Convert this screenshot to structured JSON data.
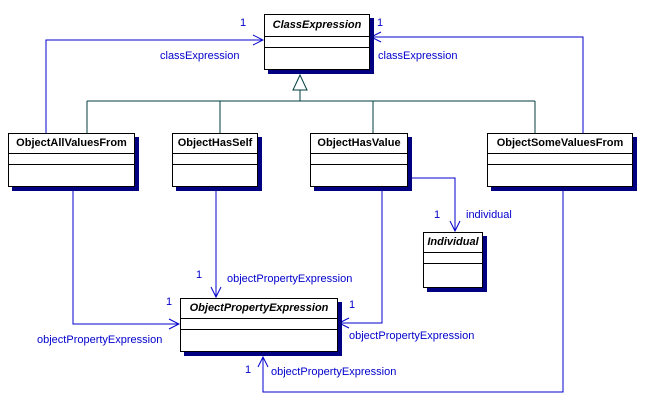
{
  "diagram": {
    "type": "uml-class-diagram",
    "colors": {
      "association_line": "#0000cc",
      "association_label": "#0000cc",
      "generalization_line": "#003c3c",
      "box_fill": "#ffffff",
      "box_border": "#000000",
      "box_shadow": "#000080",
      "title_text": "#000000",
      "background": "#ffffff"
    },
    "classes": [
      {
        "name": "ClassExpression",
        "abstract": true
      },
      {
        "name": "ObjectAllValuesFrom",
        "abstract": false
      },
      {
        "name": "ObjectHasSelf",
        "abstract": false
      },
      {
        "name": "ObjectHasValue",
        "abstract": false
      },
      {
        "name": "ObjectSomeValuesFrom",
        "abstract": false
      },
      {
        "name": "Individual",
        "abstract": true
      },
      {
        "name": "ObjectPropertyExpression",
        "abstract": true
      }
    ],
    "generalization": {
      "parent": "ClassExpression",
      "children": [
        "ObjectAllValuesFrom",
        "ObjectHasSelf",
        "ObjectHasValue",
        "ObjectSomeValuesFrom"
      ]
    },
    "associations": [
      {
        "from": "ObjectAllValuesFrom",
        "to": "ClassExpression",
        "label": "classExpression",
        "multiplicity": "1"
      },
      {
        "from": "ObjectSomeValuesFrom",
        "to": "ClassExpression",
        "label": "classExpression",
        "multiplicity": "1"
      },
      {
        "from": "ObjectHasValue",
        "to": "Individual",
        "label": "individual",
        "multiplicity": "1"
      },
      {
        "from": "ObjectHasSelf",
        "to": "ObjectPropertyExpression",
        "label": "objectPropertyExpression",
        "multiplicity": "1"
      },
      {
        "from": "ObjectAllValuesFrom",
        "to": "ObjectPropertyExpression",
        "label": "objectPropertyExpression",
        "multiplicity": "1"
      },
      {
        "from": "ObjectHasValue",
        "to": "ObjectPropertyExpression",
        "label": "objectPropertyExpression",
        "multiplicity": "1"
      },
      {
        "from": "ObjectSomeValuesFrom",
        "to": "ObjectPropertyExpression",
        "label": "objectPropertyExpression",
        "multiplicity": "1"
      }
    ]
  }
}
